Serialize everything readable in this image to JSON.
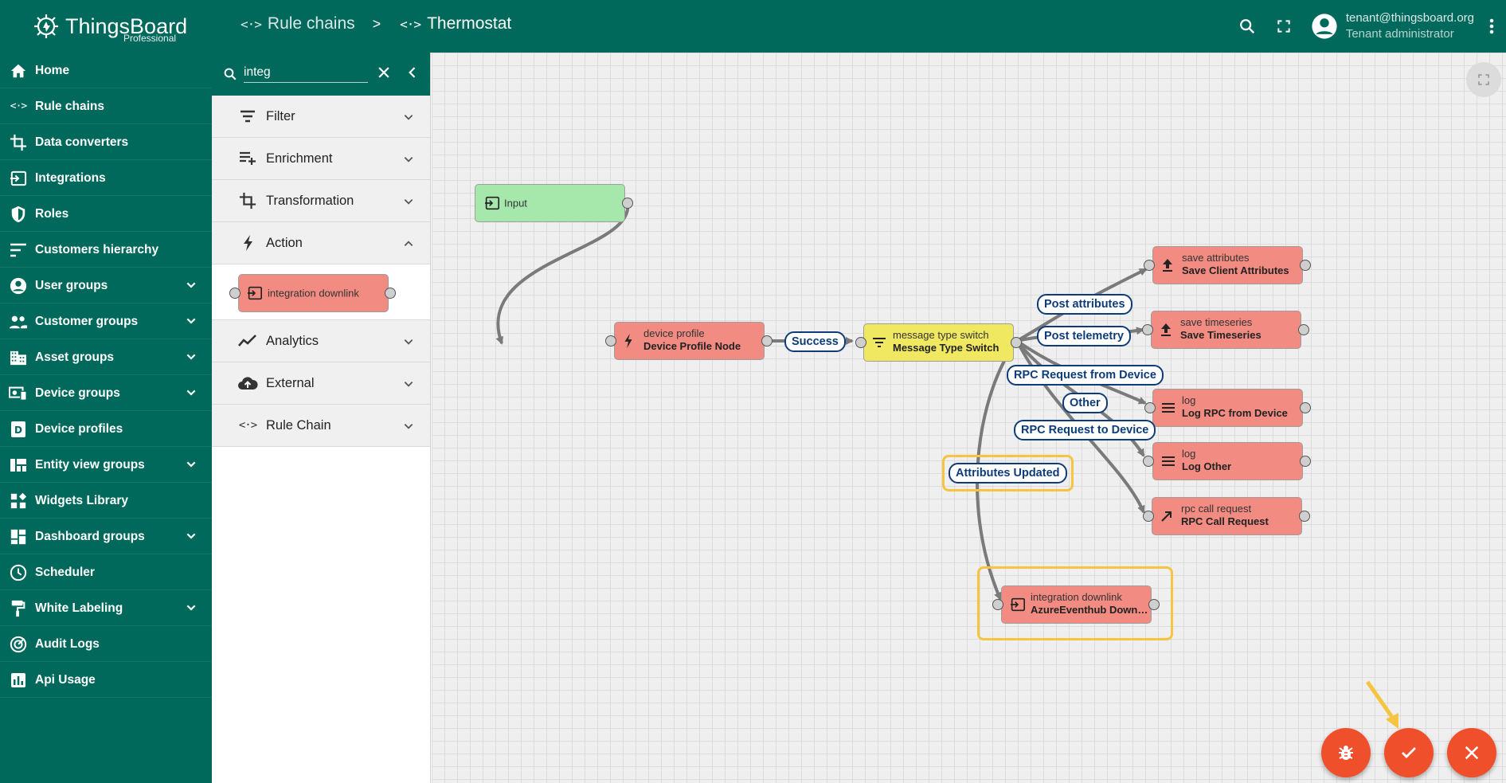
{
  "app": {
    "name": "ThingsBoard",
    "edition": "Professional"
  },
  "header": {
    "breadcrumb": [
      {
        "label": "Rule chains"
      },
      {
        "label": "Thermostat"
      }
    ],
    "separator": ">",
    "user": {
      "email": "tenant@thingsboard.org",
      "role": "Tenant administrator"
    }
  },
  "sidebar": {
    "items": [
      {
        "label": "Home",
        "icon": "home-icon",
        "expandable": false
      },
      {
        "label": "Rule chains",
        "icon": "rule-chain-icon",
        "expandable": false
      },
      {
        "label": "Data converters",
        "icon": "crop-icon",
        "expandable": false
      },
      {
        "label": "Integrations",
        "icon": "input-icon",
        "expandable": false
      },
      {
        "label": "Roles",
        "icon": "shield-icon",
        "expandable": false
      },
      {
        "label": "Customers hierarchy",
        "icon": "sort-icon",
        "expandable": false
      },
      {
        "label": "User groups",
        "icon": "account-circle-icon",
        "expandable": true
      },
      {
        "label": "Customer groups",
        "icon": "supervisor-icon",
        "expandable": true
      },
      {
        "label": "Asset groups",
        "icon": "domain-icon",
        "expandable": true
      },
      {
        "label": "Device groups",
        "icon": "devices-icon",
        "expandable": true
      },
      {
        "label": "Device profiles",
        "icon": "device-profile-icon",
        "expandable": false
      },
      {
        "label": "Entity view groups",
        "icon": "view-quilt-icon",
        "expandable": true
      },
      {
        "label": "Widgets Library",
        "icon": "widgets-icon",
        "expandable": false
      },
      {
        "label": "Dashboard groups",
        "icon": "dashboard-icon",
        "expandable": true
      },
      {
        "label": "Scheduler",
        "icon": "clock-icon",
        "expandable": false
      },
      {
        "label": "White Labeling",
        "icon": "format-paint-icon",
        "expandable": true
      },
      {
        "label": "Audit Logs",
        "icon": "track-changes-icon",
        "expandable": false
      },
      {
        "label": "Api Usage",
        "icon": "insert-chart-icon",
        "expandable": false
      }
    ]
  },
  "library": {
    "search_value": "integ",
    "categories": [
      {
        "label": "Filter",
        "expanded": false
      },
      {
        "label": "Enrichment",
        "expanded": false
      },
      {
        "label": "Transformation",
        "expanded": false
      },
      {
        "label": "Action",
        "expanded": true
      },
      {
        "label": "Analytics",
        "expanded": false
      },
      {
        "label": "External",
        "expanded": false
      },
      {
        "label": "Rule Chain",
        "expanded": false
      }
    ],
    "action_nodes": [
      {
        "label": "integration downlink"
      }
    ]
  },
  "canvas": {
    "nodes": {
      "input": {
        "type": "Input"
      },
      "device_profile": {
        "type": "device profile",
        "name": "Device Profile Node"
      },
      "msg_switch": {
        "type": "message type switch",
        "name": "Message Type Switch"
      },
      "save_attr": {
        "type": "save attributes",
        "name": "Save Client Attributes"
      },
      "save_ts": {
        "type": "save timeseries",
        "name": "Save Timeseries"
      },
      "log_rpc": {
        "type": "log",
        "name": "Log RPC from Device"
      },
      "log_other": {
        "type": "log",
        "name": "Log Other"
      },
      "rpc_call": {
        "type": "rpc call request",
        "name": "RPC Call Request"
      },
      "integration": {
        "type": "integration downlink",
        "name": "AzureEventhub Downl..."
      }
    },
    "links": {
      "success": "Success",
      "post_attributes": "Post attributes",
      "post_telemetry": "Post telemetry",
      "rpc_from_device": "RPC Request from Device",
      "other": "Other",
      "rpc_to_device": "RPC Request to Device",
      "attributes_updated": "Attributes Updated"
    }
  },
  "colors": {
    "primary": "#00695c",
    "action_node": "#f28b82",
    "input_node": "#a6e8ac",
    "filter_node": "#f1e861",
    "link_label": "#0d3c78",
    "highlight": "#f5c542",
    "fab": "#ef4f2b"
  }
}
